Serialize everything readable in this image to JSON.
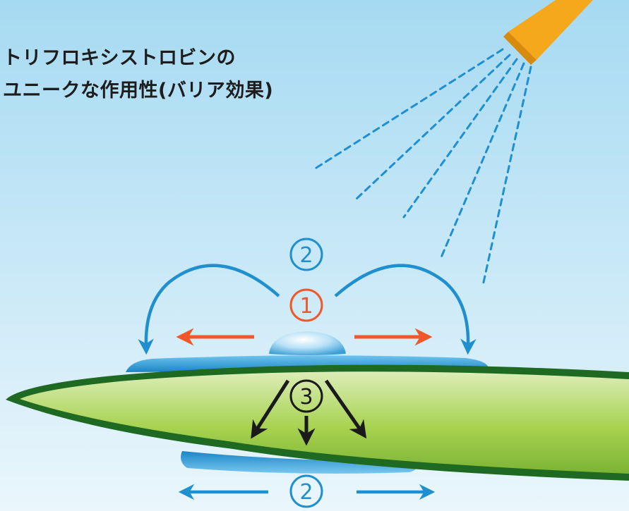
{
  "title": {
    "line1": "トリフロキシストロビンの",
    "line2": "ユニークな作用性(バリア効果)"
  },
  "markers": {
    "top_two": "2",
    "one": "1",
    "three": "3",
    "bottom_two": "2"
  },
  "colors": {
    "sky_top": "#a9dcf3",
    "sky_bottom": "#e9f6fc",
    "arrow_blue": "#1f8fcf",
    "arrow_orange": "#f0582a",
    "leaf_outline": "#1e6a22",
    "leaf_fill": "#9ccb45",
    "sprayer": "#f6a81d",
    "droplet": "#bfe4f6",
    "film": "#2a9ad8"
  }
}
